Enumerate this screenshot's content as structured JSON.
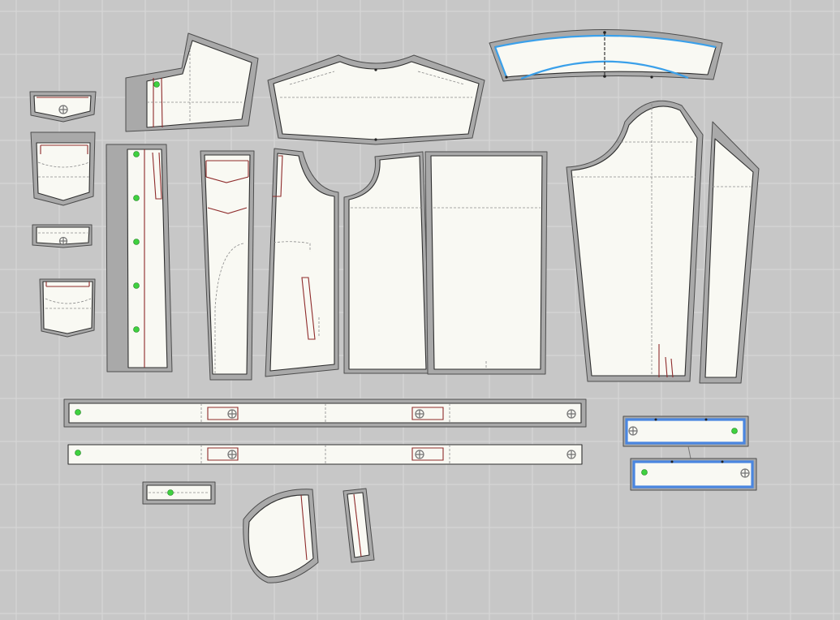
{
  "canvas": {
    "background": "#c7c7c7",
    "grid_color": "#d8d8d8",
    "piece_fill": "#f9f9f3",
    "seam_allowance_color": "#a9a9a9",
    "internal_line_color": "#8e2a2a",
    "selection_color": "#4a86e0",
    "seam_highlight_color": "#3aa0ea",
    "pin_color": "#3fd13f"
  },
  "pieces": [
    {
      "id": "collar",
      "icons": []
    },
    {
      "id": "small-pocket-flap",
      "icons": [
        "drill-hole-icon"
      ]
    },
    {
      "id": "chest-pocket-flap",
      "icons": []
    },
    {
      "id": "welt-tab",
      "icons": [
        "drill-hole-icon"
      ]
    },
    {
      "id": "patch-pocket",
      "icons": []
    },
    {
      "id": "front-placket",
      "icons": [
        "pin-icon",
        "pin-icon",
        "pin-icon",
        "pin-icon",
        "pin-icon"
      ]
    },
    {
      "id": "yoke-upper",
      "icons": [
        "pin-icon"
      ]
    },
    {
      "id": "back-yoke",
      "icons": []
    },
    {
      "id": "front-right",
      "icons": []
    },
    {
      "id": "front-left",
      "icons": []
    },
    {
      "id": "back-left",
      "icons": []
    },
    {
      "id": "back-right",
      "icons": []
    },
    {
      "id": "sleeve-upper",
      "icons": []
    },
    {
      "id": "sleeve-under",
      "icons": []
    },
    {
      "id": "waistband-1",
      "icons": [
        "pin-icon",
        "drill-hole-icon",
        "drill-hole-icon",
        "drill-hole-icon"
      ]
    },
    {
      "id": "waistband-2",
      "icons": [
        "pin-icon",
        "drill-hole-icon",
        "drill-hole-icon",
        "drill-hole-icon"
      ]
    },
    {
      "id": "cuff-1",
      "icons": [
        "drill-hole-icon",
        "pin-icon"
      ],
      "selected": true
    },
    {
      "id": "cuff-2",
      "icons": [
        "pin-icon",
        "drill-hole-icon"
      ],
      "selected": true
    },
    {
      "id": "loop-strip",
      "icons": [
        "pin-icon"
      ]
    },
    {
      "id": "hood-side",
      "icons": []
    },
    {
      "id": "strap",
      "icons": []
    }
  ]
}
